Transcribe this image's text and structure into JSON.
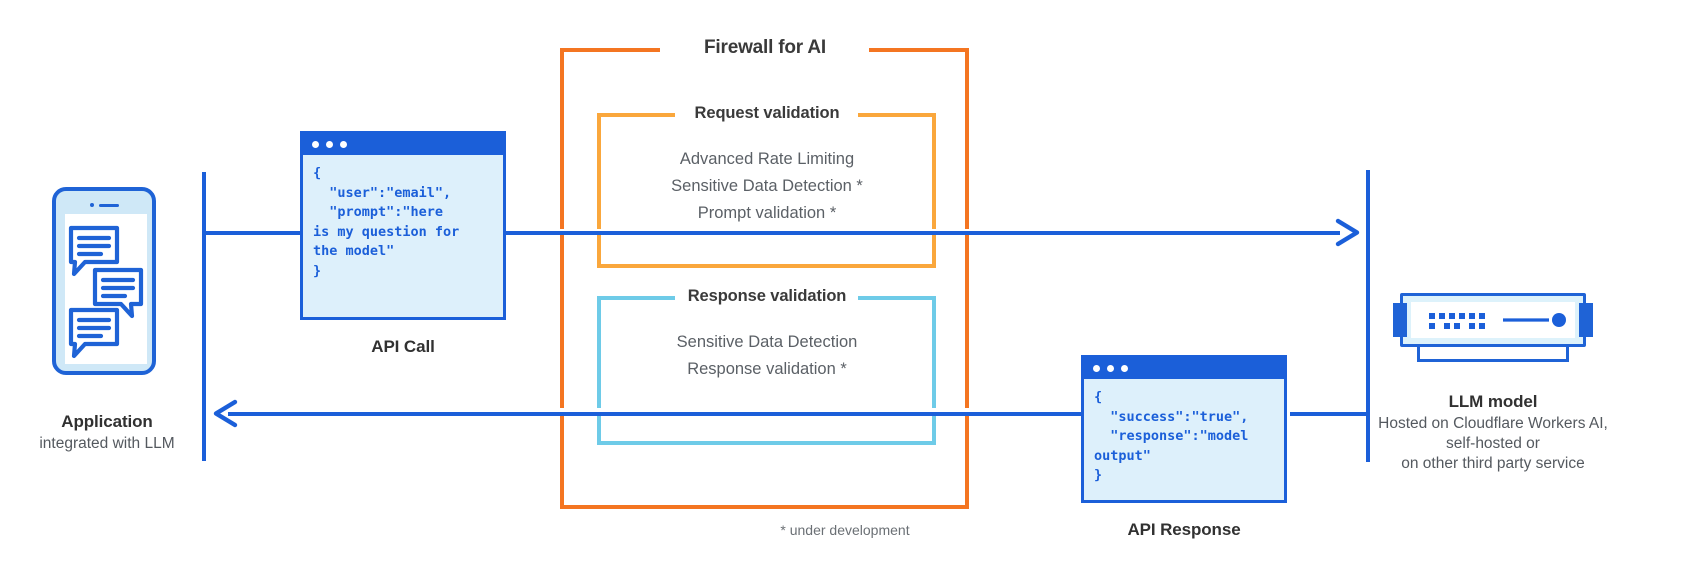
{
  "diagram": {
    "title": "Firewall for AI",
    "footnote": "* under development"
  },
  "application": {
    "icon": "phone-chat-icon",
    "title": "Application",
    "subtitle": "integrated with LLM"
  },
  "api_call": {
    "label": "API Call",
    "window_dots": 3,
    "code": "{\n  \"user\":\"email\",\n  \"prompt\":\"here\nis my question for\nthe model\"\n}"
  },
  "api_response": {
    "label": "API Response",
    "window_dots": 3,
    "code": "{\n  \"success\":\"true\",\n  \"response\":\"model\noutput\"\n}"
  },
  "llm": {
    "icon": "server-icon",
    "title": "LLM model",
    "subtitle_lines": [
      "Hosted on Cloudflare Workers AI,",
      "self-hosted or",
      "on other third party service"
    ]
  },
  "request_validation": {
    "heading": "Request validation",
    "items": [
      "Advanced Rate Limiting",
      "Sensitive Data Detection *",
      "Prompt validation *"
    ]
  },
  "response_validation": {
    "heading": "Response validation",
    "items": [
      "Sensitive Data Detection",
      "Response validation *"
    ]
  },
  "colors": {
    "blue": "#1b5fd9",
    "light_blue": "#ddf0fb",
    "orange_outer": "#f47521",
    "orange_inner": "#f9a busy",
    "orange_inner_real": "#faa73c",
    "cyan": "#6ecbe8",
    "phone_bezel": "#cfe8f7",
    "text_dark": "#3a3a3a",
    "text_gray": "#5b6066"
  },
  "flows": {
    "request_arrow": "left-to-right",
    "response_arrow": "right-to-left"
  }
}
